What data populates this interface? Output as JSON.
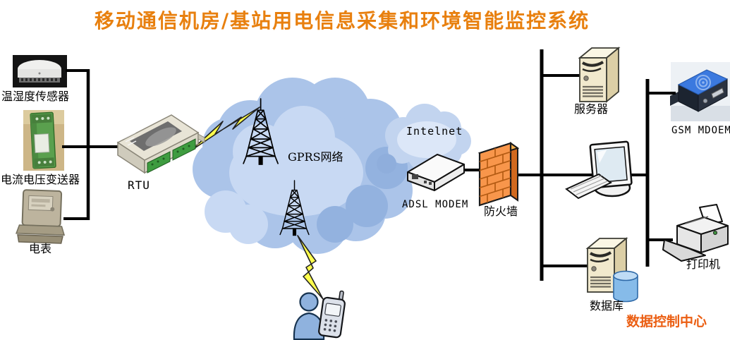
{
  "title": "移动通信机房/基站用电信息采集和环境智能监控系统",
  "nodes": {
    "sensor": {
      "label": "温湿度传感器"
    },
    "transmitter": {
      "label": "电流电压变送器"
    },
    "meter": {
      "label": "电表"
    },
    "rtu": {
      "label": "RTU"
    },
    "gprs_network": {
      "label": "GPRS网络"
    },
    "internet": {
      "label": "Intelnet"
    },
    "adsl_modem": {
      "label": "ADSL MODEM"
    },
    "firewall": {
      "label": "防火墙"
    },
    "server": {
      "label": "服务器"
    },
    "gsm_modem": {
      "label": "GSM MDOEM"
    },
    "printer": {
      "label": "打印机"
    },
    "database": {
      "label": "数据库"
    },
    "control_center": {
      "label": "数据控制中心"
    }
  },
  "colors": {
    "title_orange": "#E8800F",
    "accent_orange": "#EB5E12",
    "line_black": "#000000",
    "cloud_blue": "#ABC4E9",
    "cloud_light": "#C8D9F3",
    "cloud_dark": "#93B2DF",
    "lightning_yellow": "#FFFF4D",
    "firewall_front": "#F8964B",
    "firewall_brick": "#B35B13",
    "server_beige": "#F1E9CD",
    "database_cylinder": "#86BBE9",
    "transmitter_green": "#5AA04E",
    "gsm_blue": "#3B79DF"
  }
}
